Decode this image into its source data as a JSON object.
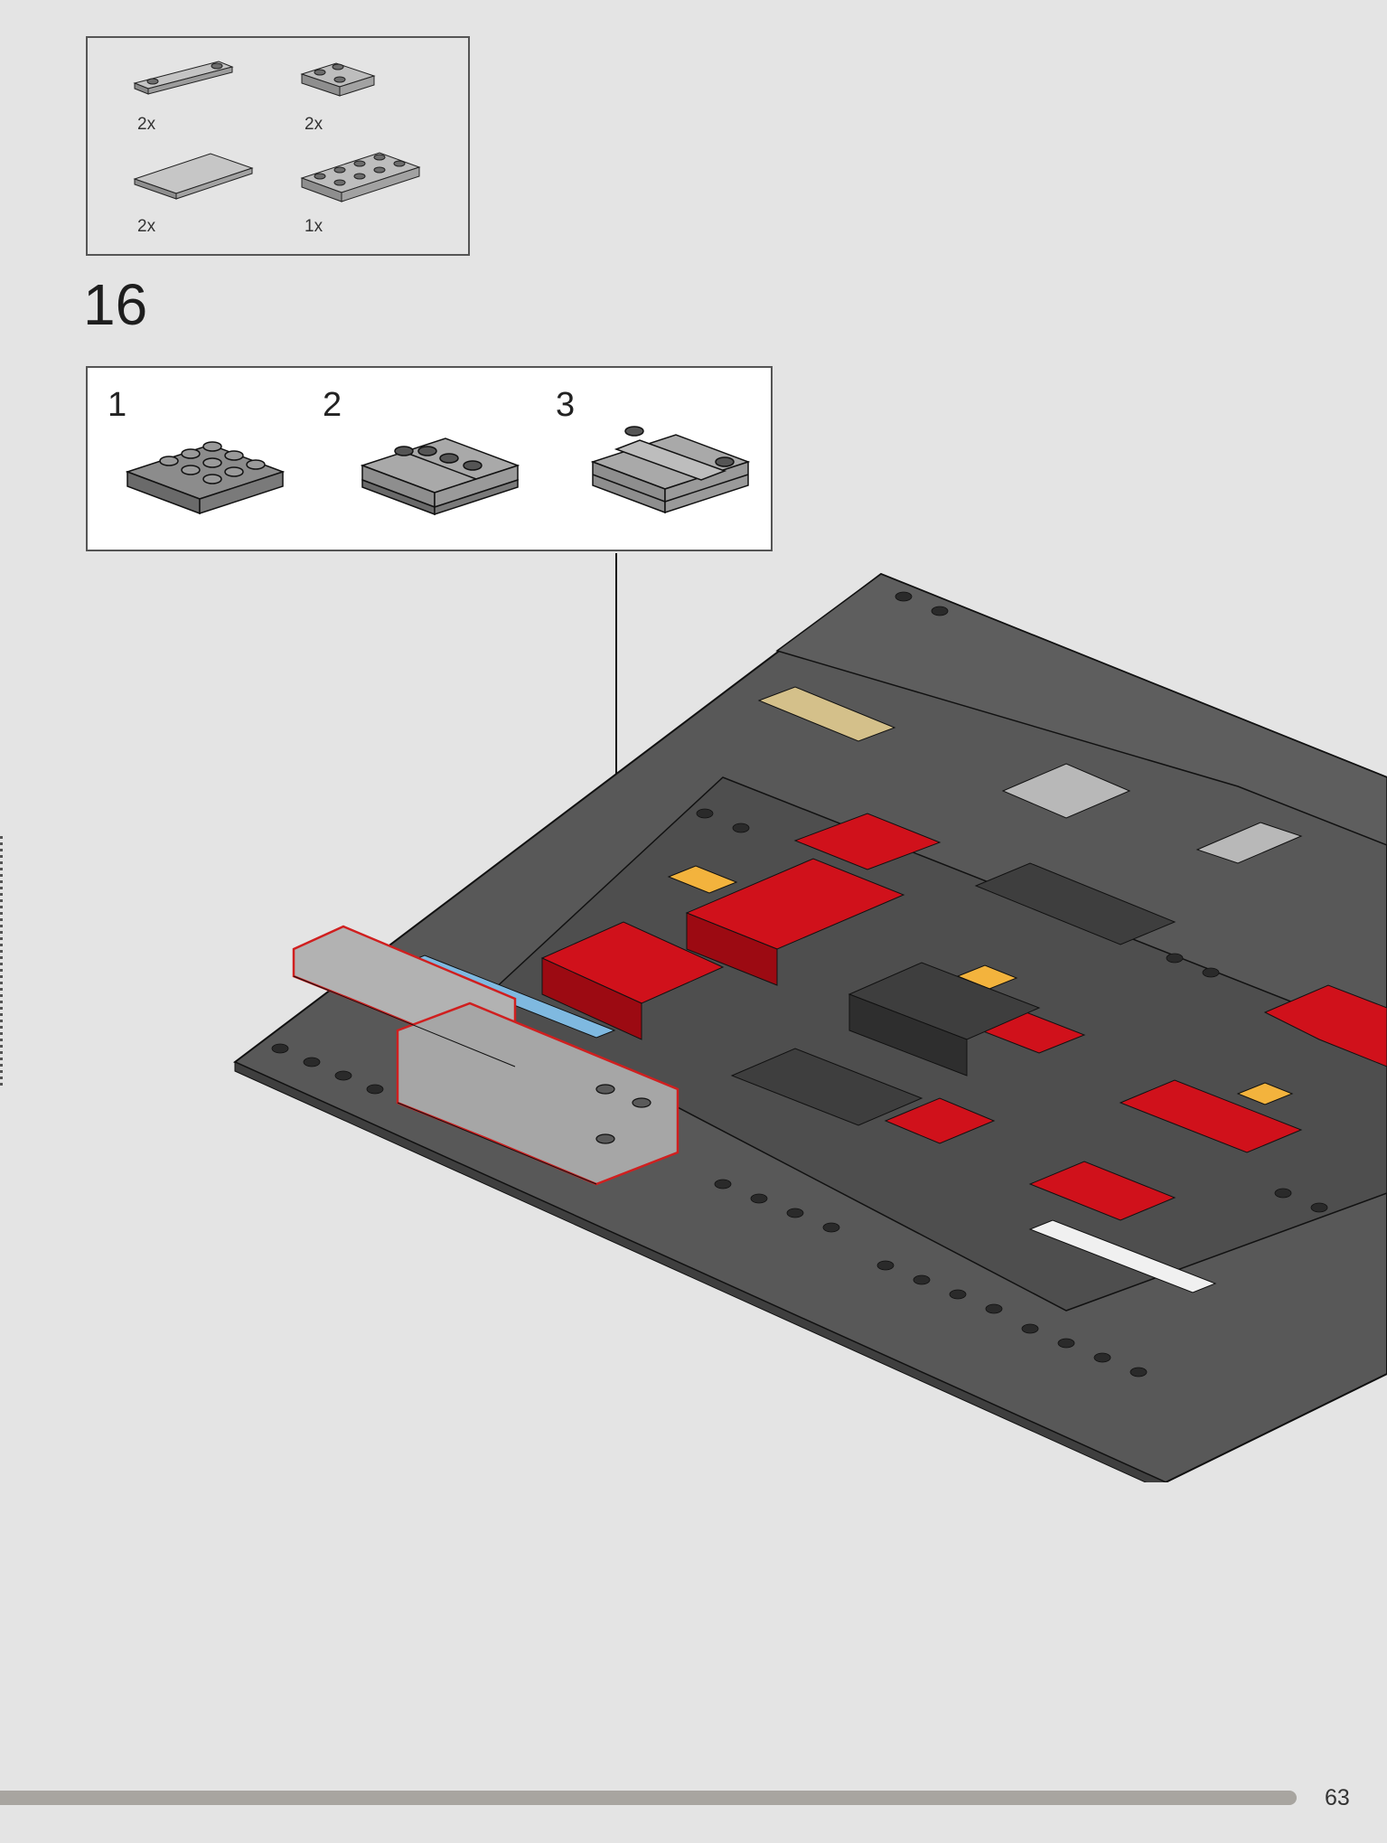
{
  "step_number": "16",
  "parts": [
    {
      "qty": "2x",
      "icon": "tile-1x4-with-studs-icon"
    },
    {
      "qty": "2x",
      "icon": "plate-2x2-corner-icon"
    },
    {
      "qty": "2x",
      "icon": "tile-2x4-icon"
    },
    {
      "qty": "1x",
      "icon": "plate-2x4-icon"
    }
  ],
  "substeps": [
    {
      "num": "1",
      "icon": "plate-2x4-icon"
    },
    {
      "num": "2",
      "icon": "plate-2x4-with-corner-plates-icon"
    },
    {
      "num": "3",
      "icon": "stacked-plates-with-tiles-icon"
    }
  ],
  "page_number": "63",
  "colors": {
    "background": "#e4e4e4",
    "baseplate": "#6e6e6e",
    "dark_bricks": "#4a4a4a",
    "red": "#d0111b",
    "yellow": "#f3b33d",
    "light_gray": "#b4b4b4",
    "highlight": "#d01f1f"
  }
}
